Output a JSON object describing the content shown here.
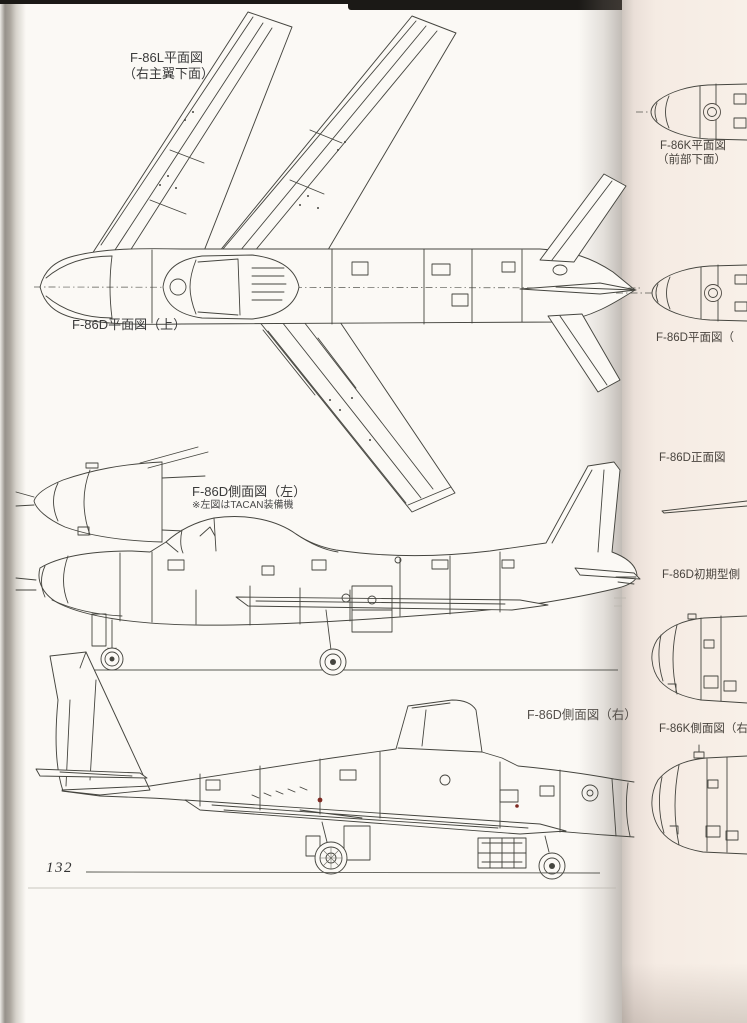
{
  "main_page": {
    "page_number": "132",
    "labels": {
      "f86l_plan": {
        "line1": "F-86L平面図",
        "line2": "（右主翼下面）"
      },
      "f86d_plan_top": "F-86D平面図（上）",
      "f86d_side_left": {
        "title": "F-86D側面図（左）",
        "note": "※左図はTACAN装備機"
      },
      "f86d_side_right": "F-86D側面図（右）"
    }
  },
  "right_page": {
    "labels": {
      "f86k_plan": {
        "line1": "F-86K平面図",
        "line2": "（前部下面）"
      },
      "f86d_plan": "F-86D平面図（",
      "f86d_front": "F-86D正面図",
      "f86d_early": "F-86D初期型側",
      "f86k_side": "F-86K側面図（右"
    }
  },
  "colors": {
    "paper": "#fbf9f5",
    "right_paper": "#f6ede5",
    "ink": "#45453f",
    "top_band": "#1b1916"
  }
}
